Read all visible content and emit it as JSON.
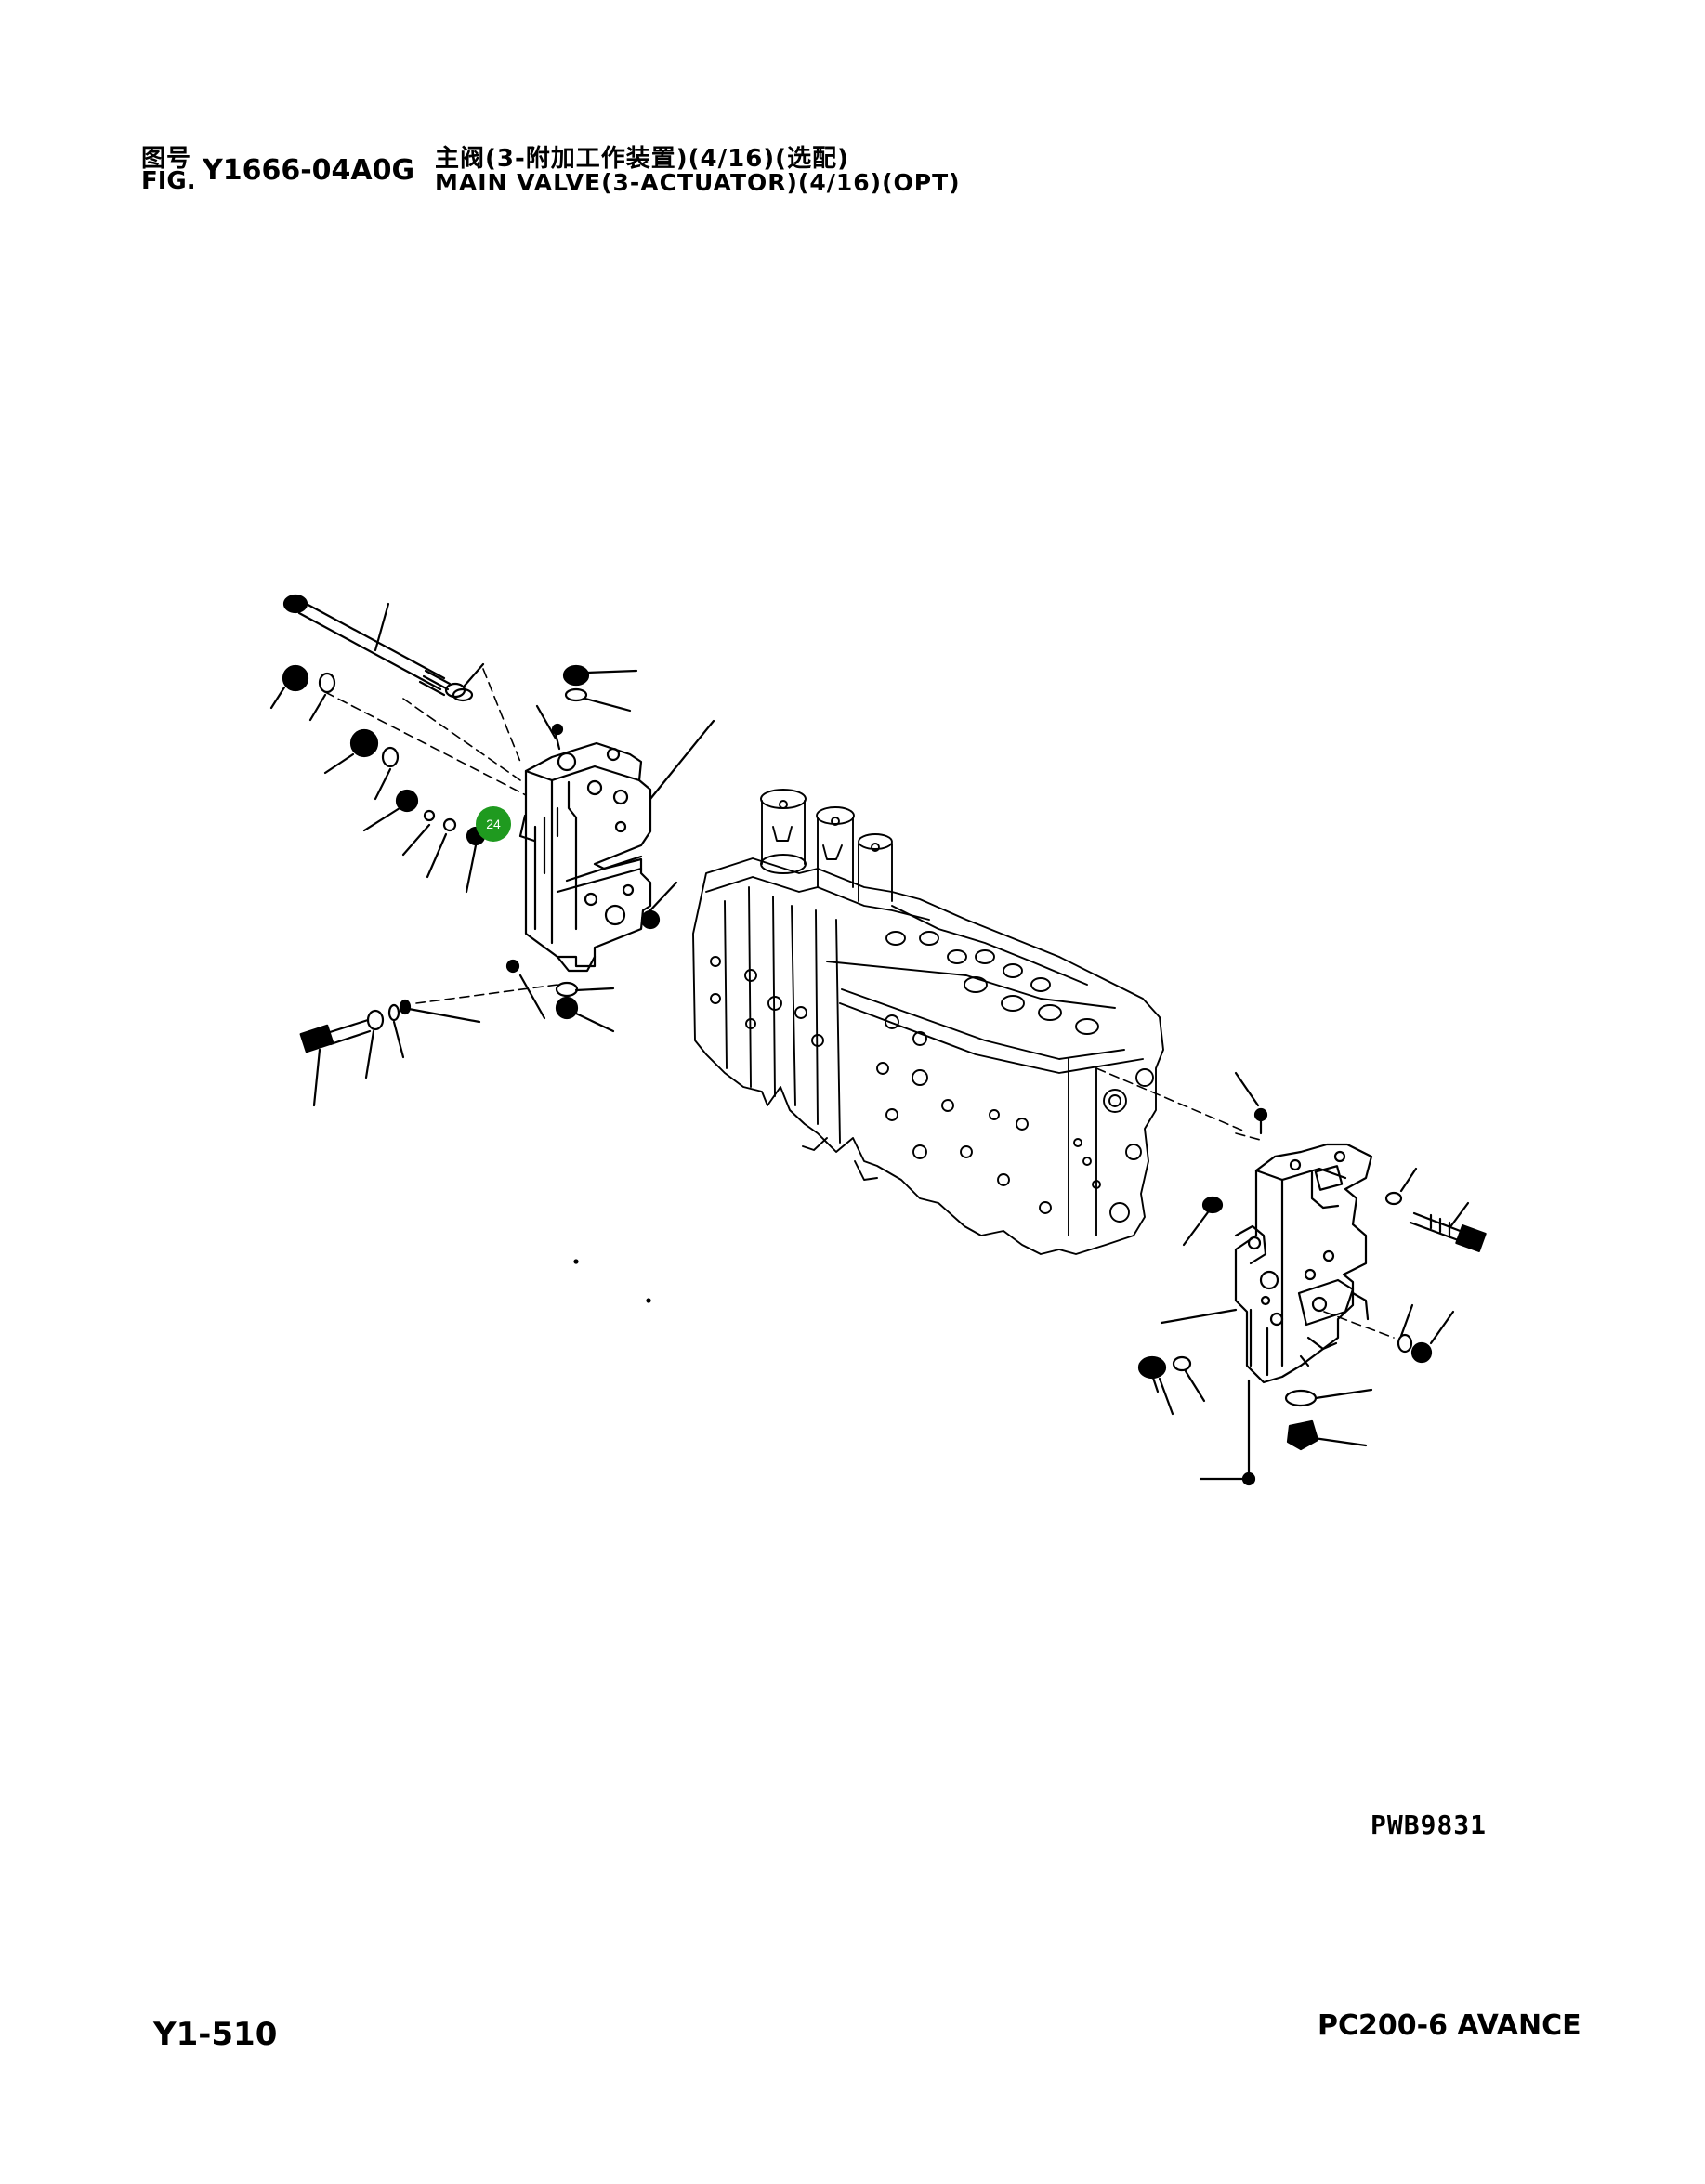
{
  "header": {
    "cn_label": "图号",
    "en_label": "FIG.",
    "fig_number": "Y1666-04A0G",
    "cn_title": "主阀(3-附加工作装置)(4/16)(选配)",
    "en_title": "MAIN VALVE(3-ACTUATOR)(4/16)(OPT)"
  },
  "callout": {
    "label": "24",
    "color": "#1f9a1f"
  },
  "footer": {
    "drawing_code": "PWB9831",
    "page_number": "Y1-510",
    "model": "PC200-6 AVANCE"
  }
}
